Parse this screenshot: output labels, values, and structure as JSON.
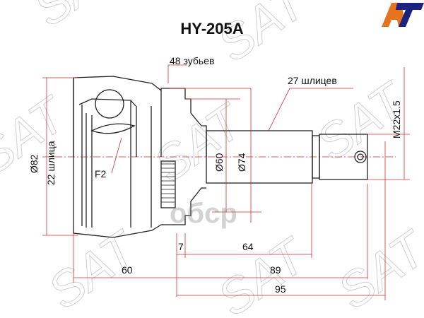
{
  "header": {
    "part_number": "HY-205A"
  },
  "brand": {
    "logo_text": "AT",
    "logo_colors": {
      "a": "#e8731e",
      "t": "#1a237e"
    },
    "watermark": "SAT",
    "overlay_watermark": "oбcp"
  },
  "labels": {
    "teeth": "48 зубьев",
    "outer_splines": "27 шлицев",
    "thread": "M22x1.5",
    "diameter_outer": "Ø82",
    "inner_splines": "22 шлица",
    "f2": "F2",
    "d60": "Ø60",
    "d74": "Ø74"
  },
  "dimensions": {
    "d7": "7",
    "d64": "64",
    "d60": "60",
    "d89": "89",
    "d95": "95"
  },
  "colors": {
    "dimension_line": "#d32f2f",
    "outline": "#222222",
    "watermark": "#bbbbbb"
  }
}
